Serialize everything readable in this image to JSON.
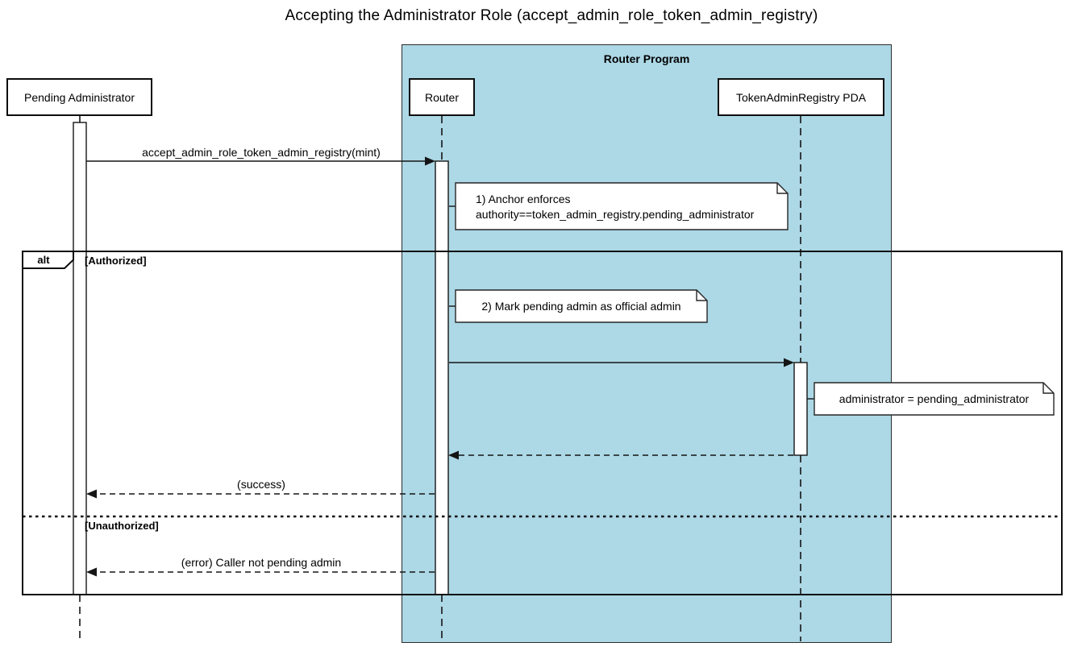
{
  "title": "Accepting the Administrator Role (accept_admin_role_token_admin_registry)",
  "colors": {
    "program_fill": "#ADD8E6",
    "line": "#151515",
    "note_fill": "#FFFFFF",
    "background": "#FFFFFF"
  },
  "program_group": {
    "label": "Router Program"
  },
  "participants": [
    {
      "label": "Pending Administrator"
    },
    {
      "label": "Router"
    },
    {
      "label": "TokenAdminRegistry PDA"
    }
  ],
  "messages": [
    {
      "from": "Pending Administrator",
      "to": "Router",
      "label": "accept_admin_role_token_admin_registry(mint)",
      "style": "solid"
    },
    {
      "from": "Router",
      "to": "TokenAdminRegistry PDA",
      "label": "",
      "style": "solid"
    },
    {
      "from": "TokenAdminRegistry PDA",
      "to": "Router",
      "label": "",
      "style": "dashed"
    },
    {
      "from": "Router",
      "to": "Pending Administrator",
      "label": "(success)",
      "style": "dashed"
    },
    {
      "from": "Router",
      "to": "Pending Administrator",
      "label": "(error) Caller not pending admin",
      "style": "dashed"
    }
  ],
  "notes": [
    {
      "lines": [
        "1) Anchor enforces",
        "authority==token_admin_registry.pending_administrator"
      ]
    },
    {
      "lines": [
        "2) Mark pending admin as official admin"
      ]
    },
    {
      "lines": [
        "administrator = pending_administrator"
      ]
    }
  ],
  "frame": {
    "operator": "alt",
    "sections": [
      {
        "label": "[Authorized]"
      },
      {
        "label": "[Unauthorized]"
      }
    ]
  }
}
